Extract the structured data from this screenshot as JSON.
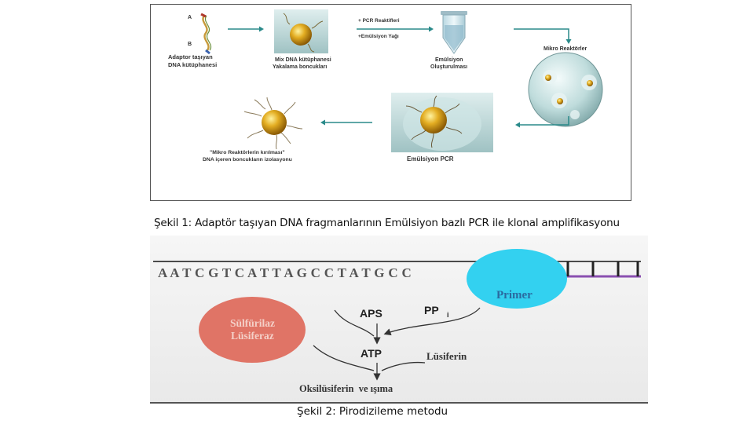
{
  "figure1": {
    "label_a": "A",
    "label_b": "B",
    "library": [
      "Adaptor taşıyan",
      "DNA kütüphanesi"
    ],
    "mix": [
      "Mix DNA kütüphanesi",
      "Yakalama boncukları"
    ],
    "pcr_reagents": "+ PCR Reaktifleri",
    "emulsion_oil": "+Emülsiyon Yağı",
    "emulsion": [
      "Emülsiyon",
      "Oluşturulması"
    ],
    "micro_reactors": "Mikro Reaktörler",
    "emulsion_pcr": "Emülsiyon PCR",
    "isolation": [
      "\"Mikro Reaktörlerin kırılması\"",
      "DNA içeren boncukların izolasyonu"
    ]
  },
  "caption1": "Şekil 1: Adaptör taşıyan DNA fragmanlarının Emülsiyon bazlı PCR ile klonal amplifikasyonu",
  "figure2": {
    "sequence": "A A T C G T C A T T A G C C T A T G C C",
    "primer": "Primer",
    "enzymes": [
      "Sülfürilaz",
      "Lüsiferaz"
    ],
    "aps": "APS",
    "ppi": "PP",
    "ppi_sub": "i",
    "atp": "ATP",
    "luciferin": "Lüsiferin",
    "product": "Oksilüsiferin  ve ışıma"
  },
  "caption2": "Şekil 2: Pirodizileme metodu",
  "colors": {
    "arrow_teal": "#2a8a8a",
    "bead_gold": "#d9a21b",
    "enzyme_red": "#e07466",
    "primer_cyan": "#33d1f0",
    "primer_strand": "#8a4fb0"
  }
}
